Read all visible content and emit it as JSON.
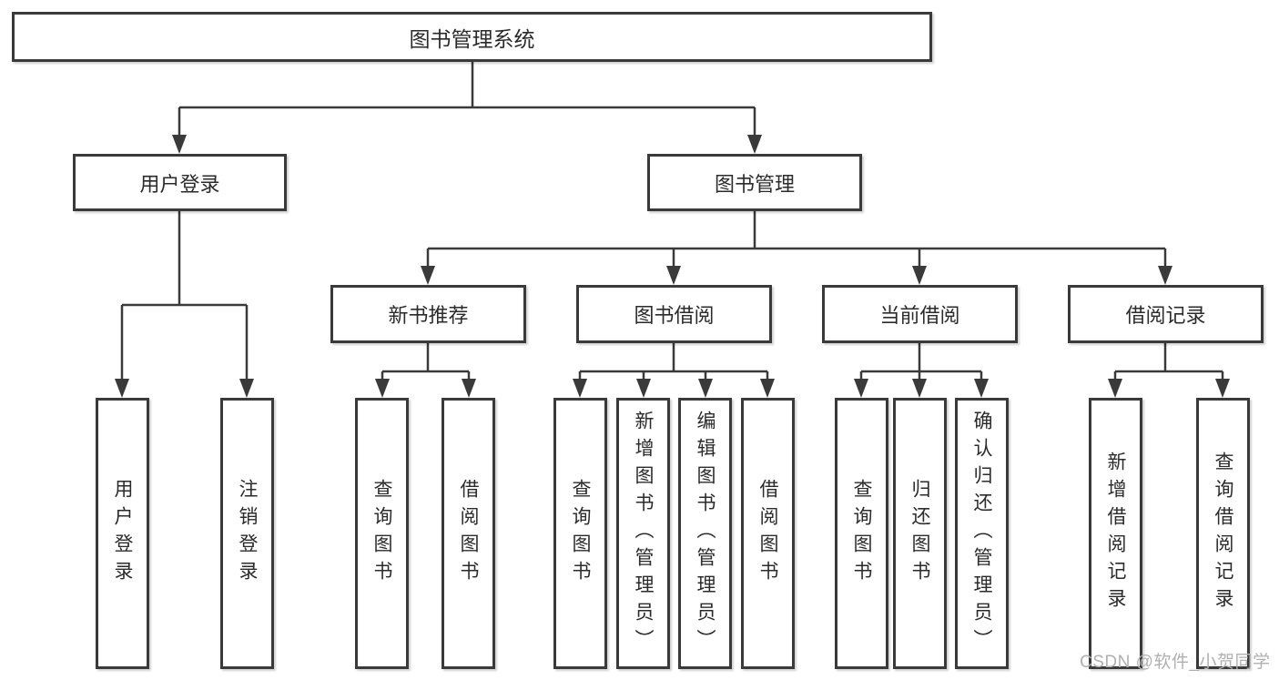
{
  "tree": {
    "root": "图书管理系统",
    "branches": [
      {
        "label": "用户登录",
        "leaves": [
          "用户登录",
          "注销登录"
        ]
      },
      {
        "label": "图书管理",
        "groups": [
          {
            "label": "新书推荐",
            "leaves": [
              "查询图书",
              "借阅图书"
            ]
          },
          {
            "label": "图书借阅",
            "leaves": [
              "查询图书",
              "新增图书（管理员）",
              "编辑图书（管理员）",
              "借阅图书"
            ]
          },
          {
            "label": "当前借阅",
            "leaves": [
              "查询图书",
              "归还图书",
              "确认归还（管理员）"
            ]
          },
          {
            "label": "借阅记录",
            "leaves": [
              "新增借阅记录",
              "查询借阅记录"
            ]
          }
        ]
      }
    ]
  },
  "watermark": {
    "text": "CSDN @软件_小贺同学"
  },
  "colors": {
    "line": "#3a3a3a",
    "text": "#2b2b2b",
    "watermark": "#b0b0b0",
    "background": "#ffffff"
  }
}
